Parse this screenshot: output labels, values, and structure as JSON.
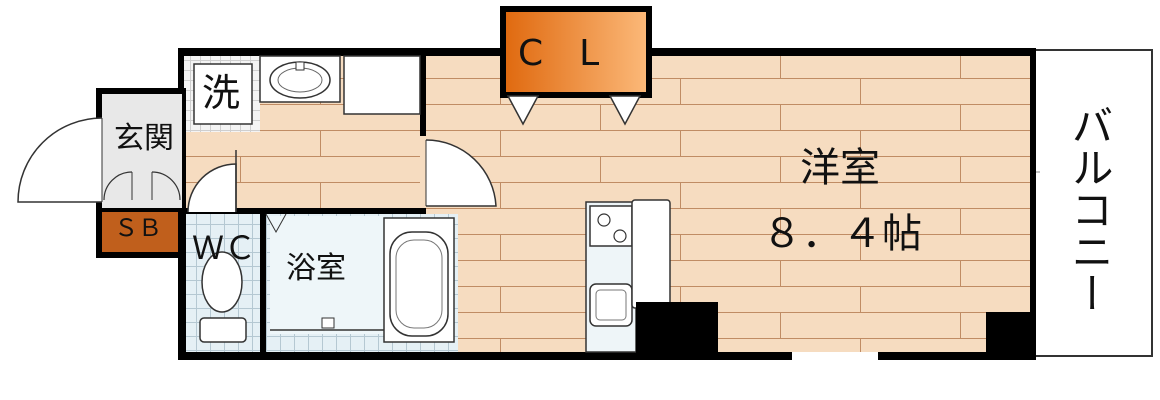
{
  "rooms": {
    "closet": "C　L",
    "washroom": "洗",
    "entrance": "玄関",
    "shoe_box": "ＳＢ",
    "toilet": "ＷＣ",
    "bathroom": "浴室",
    "western_room": "洋室",
    "western_room_size": "８．４帖",
    "balcony": "バルコニー"
  },
  "colors": {
    "wall": "#000000",
    "floor_wood": "#f6dcc0",
    "floor_grain": "#c08c64",
    "closet_gradient_start": "#e06a10",
    "closet_gradient_end": "#fbb878",
    "tile": "#e5f0f5",
    "tile_line": "#b5c8d2",
    "shoe_box": "#c05f1c",
    "fixture_fill": "#ffffff",
    "fixture_stroke": "#333333"
  }
}
